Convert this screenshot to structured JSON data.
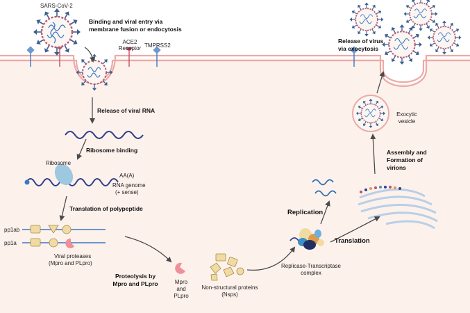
{
  "colors": {
    "cytoplasm": "#fdf1ec",
    "membrane": "#ecaaa6",
    "virus_spike": "#3d5f8e",
    "virus_rna": "#3b77c4",
    "protein_fill": "#f0dca3",
    "mpro": "#f08f9a",
    "arrow": "#4a4a4a"
  },
  "labels": {
    "sars_cov_2": "SARS-CoV-2",
    "binding_line1": "Binding and viral entry via",
    "binding_line2": "membrane fusion or endocytosis",
    "ace2_line1": "ACE2",
    "ace2_line2": "Receptor",
    "tmprss2": "TMPRSS2",
    "release_rna": "Release of viral RNA",
    "ribosome_binding": "Ribosome binding",
    "ribosome": "Ribosome",
    "polya": "AA(A)",
    "rna_genome_line1": "RNA genome",
    "rna_genome_line2": "(+ sense)",
    "translation_polypeptide": "Translation of polypeptide",
    "pp1ab": "pp1ab",
    "pp1a": "pp1a",
    "viral_proteases_line1": "Viral proteases",
    "viral_proteases_line2": "(Mpro and PLpro)",
    "proteolysis_line1": "Proteolysis by",
    "proteolysis_line2": "Mpro and PLpro",
    "mpro_line1": "Mpro",
    "mpro_line2": "and",
    "mpro_line3": "PLpro",
    "nsps_line1": "Non-structural proteins",
    "nsps_line2": "(Nsps)",
    "rtc_line1": "Replicase-Transcriptase",
    "rtc_line2": "complex",
    "replication": "Replication",
    "translation": "Translation",
    "assembly_line1": "Assembly and",
    "assembly_line2": "Formation of",
    "assembly_line3": "virions",
    "exocytic_line1": "Exocytic",
    "exocytic_line2": "vesicle",
    "release_virus_line1": "Release of virus",
    "release_virus_line2": "via exocytosis"
  }
}
